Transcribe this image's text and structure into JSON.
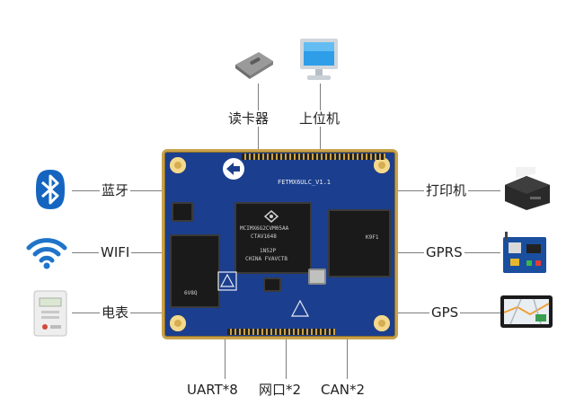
{
  "peripherals": {
    "card_reader": "读卡器",
    "host_pc": "上位机",
    "bluetooth": "蓝牙",
    "wifi": "WIFI",
    "meter": "电表",
    "printer": "打印机",
    "gprs": "GPRS",
    "gps": "GPS",
    "uart": "UART*8",
    "ethernet": "网口*2",
    "can": "CAN*2"
  },
  "board": {
    "model": "FETMX6ULC_V1.1",
    "cpu_lines": [
      "MCIMX6G2CVM05AA",
      "CTAV1648",
      "",
      "1N52P",
      "CHINA  FVAVCTB"
    ],
    "left_chip": "6V8Q",
    "right_chip": "K9F1"
  },
  "colors": {
    "board": "#1b3f8e",
    "board_edge": "#c9a24a",
    "line": "#7d7d7d",
    "bluetooth": "#1565c0",
    "wifi": "#1f74c9"
  }
}
